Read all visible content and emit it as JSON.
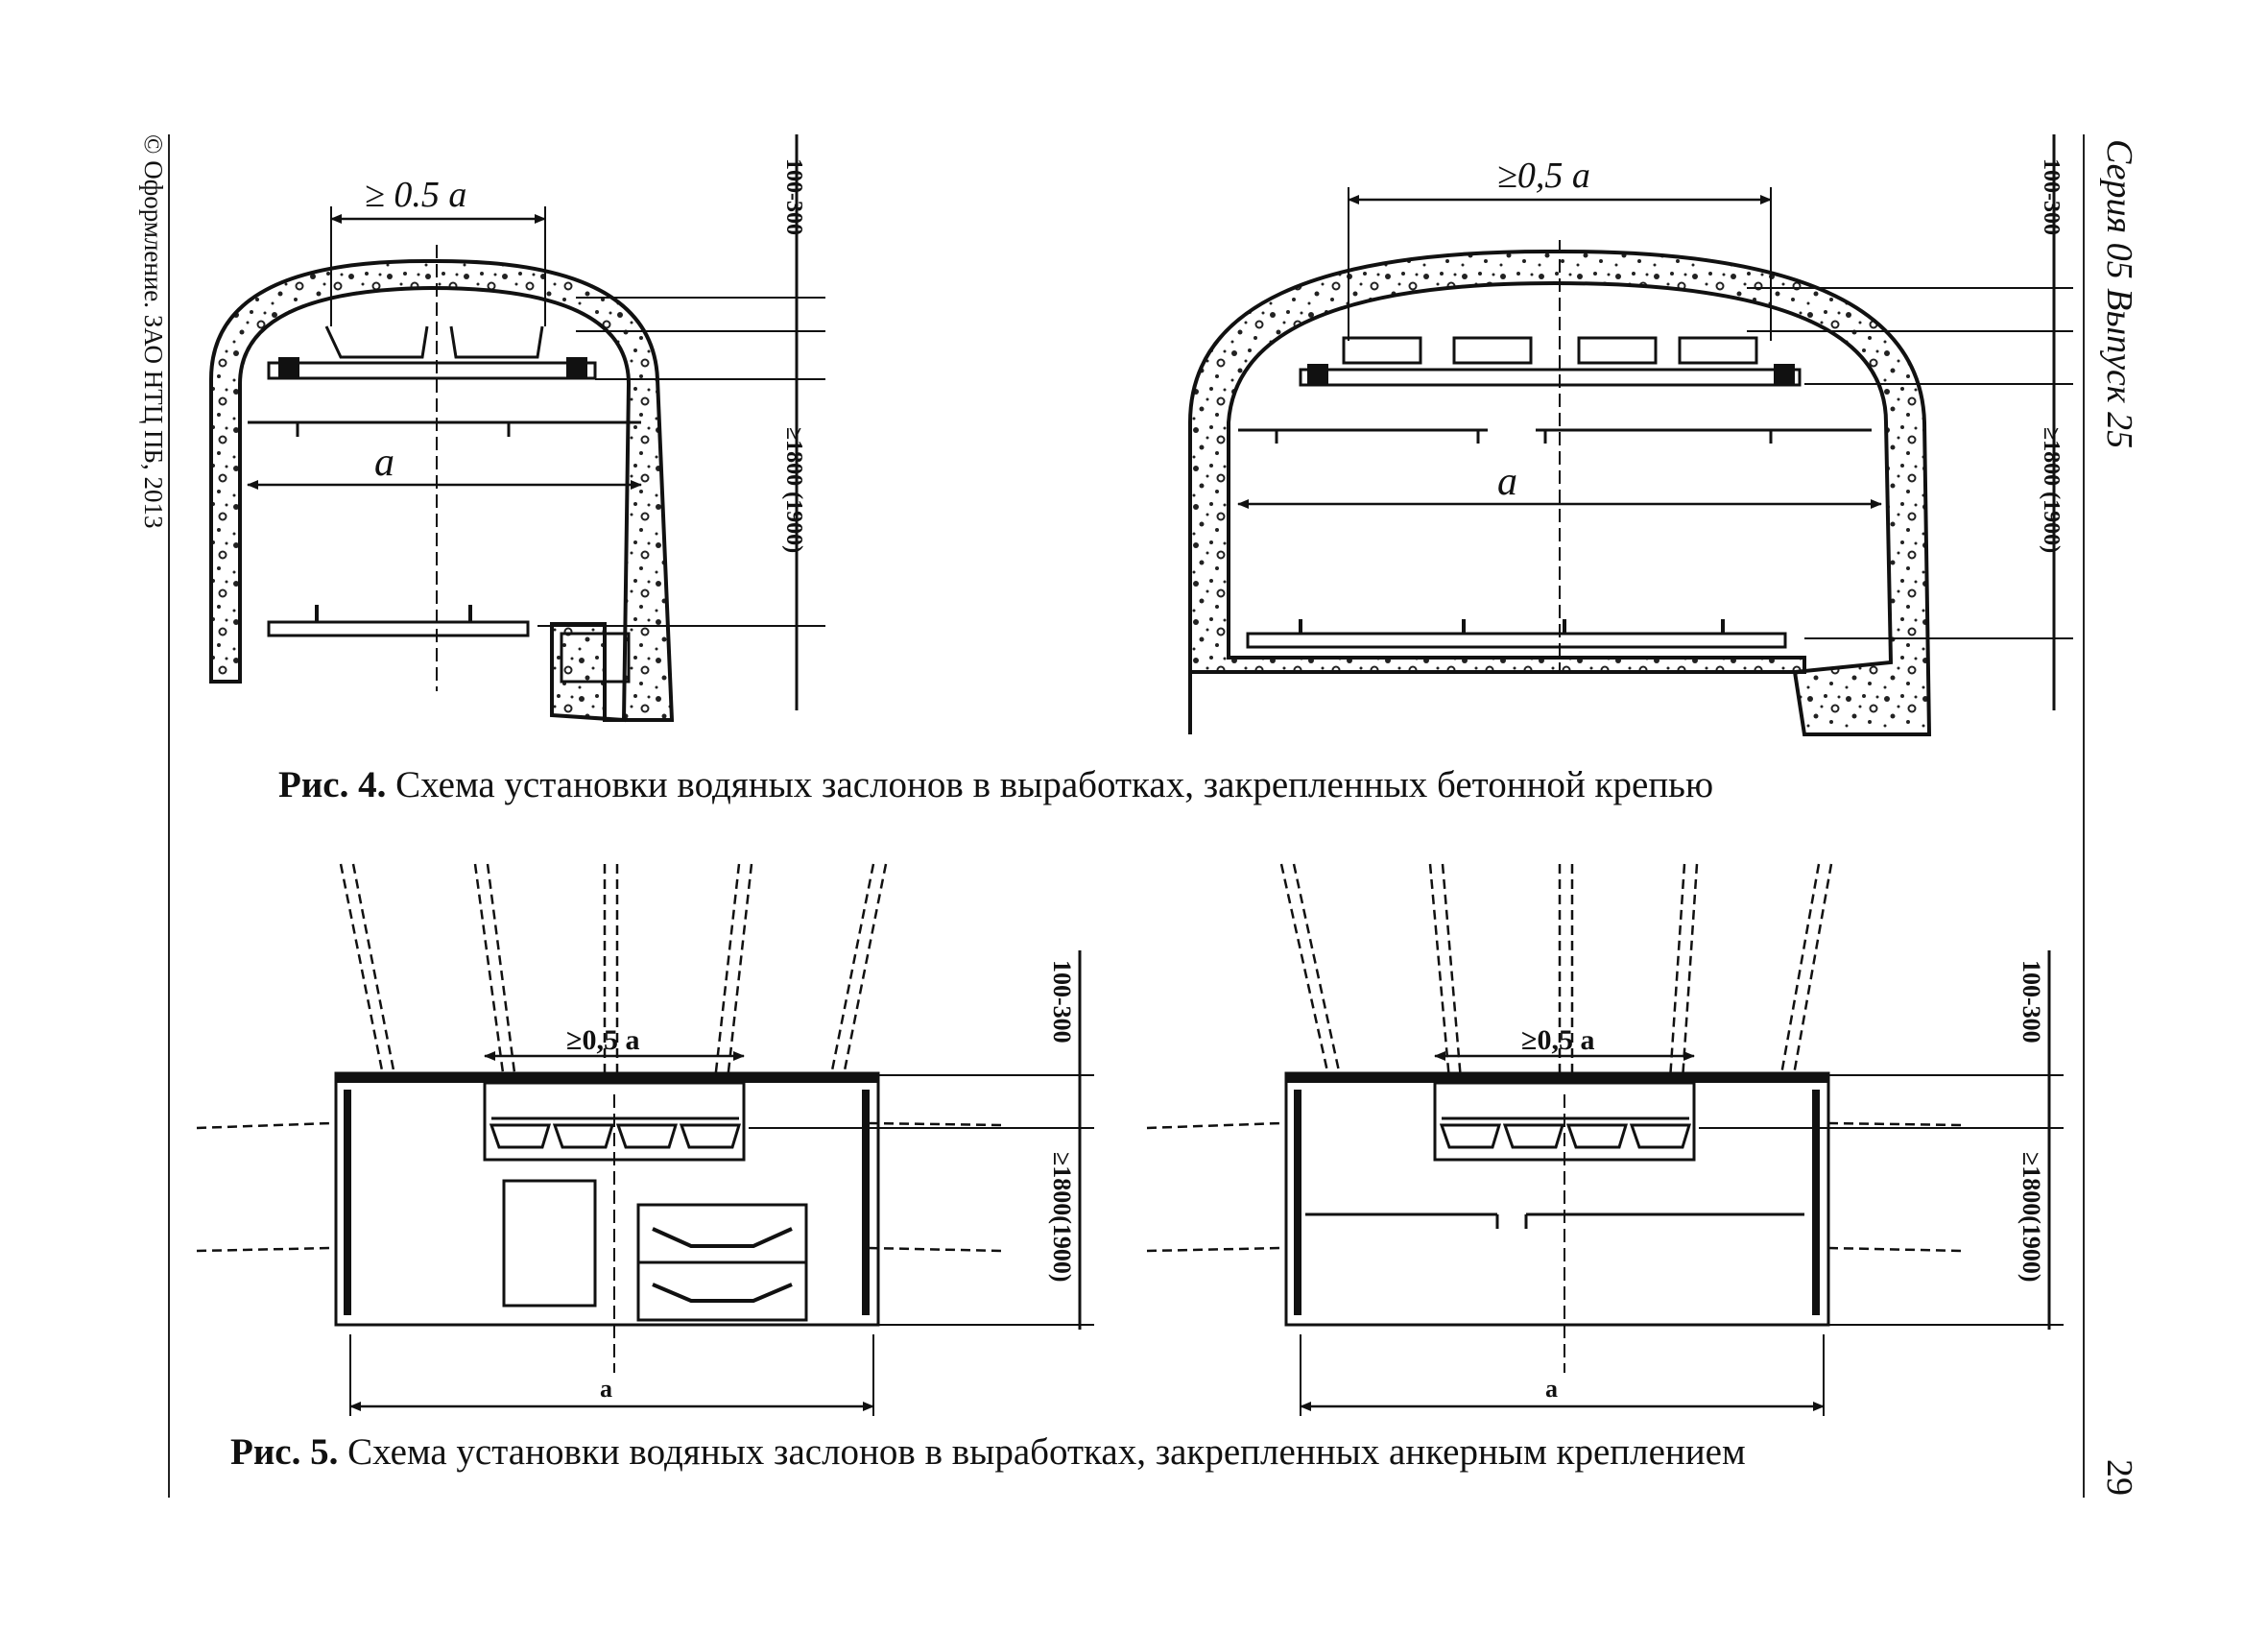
{
  "page": {
    "copyright": "© Оформление. ЗАО НТЦ ПБ, 2013",
    "series": "Серия 05  Выпуск 25",
    "page_number": "29"
  },
  "fig4": {
    "caption_label": "Рис. 4.",
    "caption_text": " Схема установки водяных заслонов в выработках, закрепленных бетонной крепью",
    "left": {
      "top_dim": "≥ 0.5 a",
      "width_dim": "a",
      "gap_dim": "100-300",
      "height_dim": "≥1800 (1900)"
    },
    "right": {
      "top_dim": "≥0,5 a",
      "width_dim": "a",
      "gap_dim": "100-300",
      "height_dim": "≥1800 (1900)"
    }
  },
  "fig5": {
    "caption_label": "Рис. 5.",
    "caption_text": " Схема установки водяных заслонов в выработках, закрепленных анкерным креплением",
    "left": {
      "top_dim": "≥0,5 a",
      "width_dim": "a",
      "gap_dim": "100-300",
      "height_dim": "≥1800(1900)"
    },
    "right": {
      "top_dim": "≥0,5 a",
      "width_dim": "a",
      "gap_dim": "100-300",
      "height_dim": "≥1800(1900)"
    }
  }
}
